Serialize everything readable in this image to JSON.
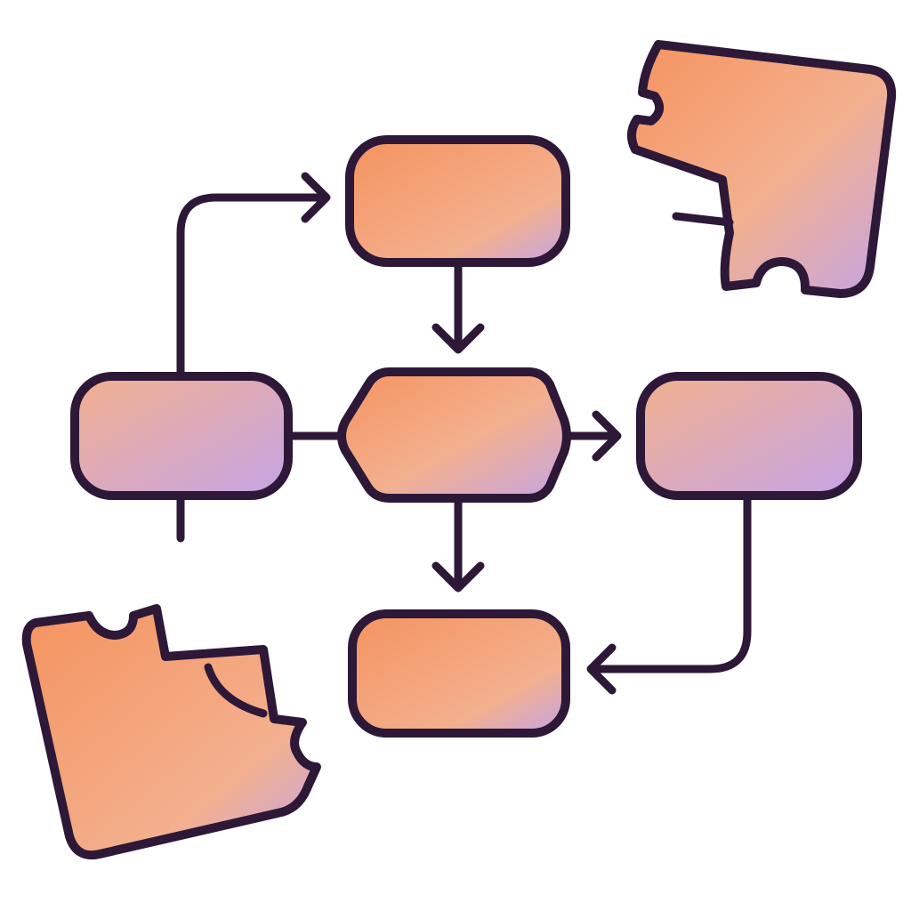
{
  "colors": {
    "outline": "#2d1838",
    "fill_orange": "#f5935f",
    "fill_peach": "#f3b08e",
    "fill_lavender": "#c4a4e6",
    "background": "#ffffff"
  },
  "nodes": [
    {
      "id": "top-box",
      "shape": "rounded-rectangle"
    },
    {
      "id": "left-box",
      "shape": "rounded-rectangle"
    },
    {
      "id": "center-decision",
      "shape": "hexagon"
    },
    {
      "id": "right-box",
      "shape": "rounded-rectangle"
    },
    {
      "id": "bottom-box",
      "shape": "rounded-rectangle"
    }
  ],
  "connectors": [
    {
      "from": "left-box",
      "to": "top-box",
      "arrow": true
    },
    {
      "from": "top-box",
      "to": "center-decision",
      "arrow": true
    },
    {
      "from": "left-box",
      "to": "center-decision",
      "arrow": false
    },
    {
      "from": "center-decision",
      "to": "right-box",
      "arrow": true
    },
    {
      "from": "center-decision",
      "to": "bottom-box",
      "arrow": true
    },
    {
      "from": "right-box",
      "to": "bottom-box",
      "arrow": true
    }
  ],
  "decorations": [
    {
      "id": "puzzle-piece-top-right",
      "kind": "broken-puzzle-piece"
    },
    {
      "id": "puzzle-piece-bottom-left",
      "kind": "broken-puzzle-piece"
    }
  ]
}
